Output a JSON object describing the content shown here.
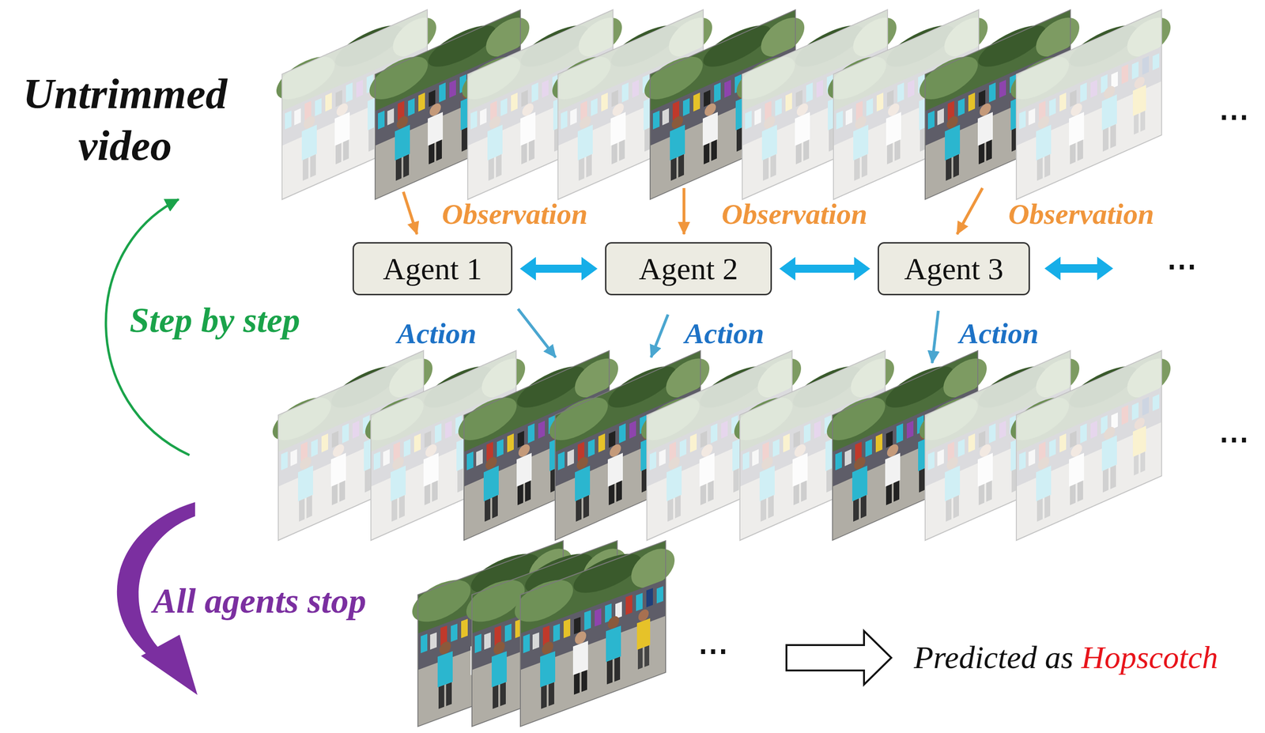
{
  "diagram": {
    "nodes": [
      {
        "text": [
          "Agent 1"
        ]
      },
      {
        "text": [
          "Agent 2"
        ]
      },
      {
        "text": [
          "Agent 3"
        ]
      }
    ],
    "edges": [
      {
        "from": 0,
        "to": 1,
        "arrow": "both"
      },
      {
        "from": 1,
        "to": 2,
        "arrow": "both"
      }
    ],
    "labels": [
      "Untrimmed video",
      "⋯",
      "Observation",
      "Observation",
      "Observation",
      "⋯",
      "Action",
      "Action",
      "Action",
      "Step by step",
      "⋯",
      "All agents stop",
      "⋯",
      "Predicted as",
      "Hopscotch"
    ]
  }
}
